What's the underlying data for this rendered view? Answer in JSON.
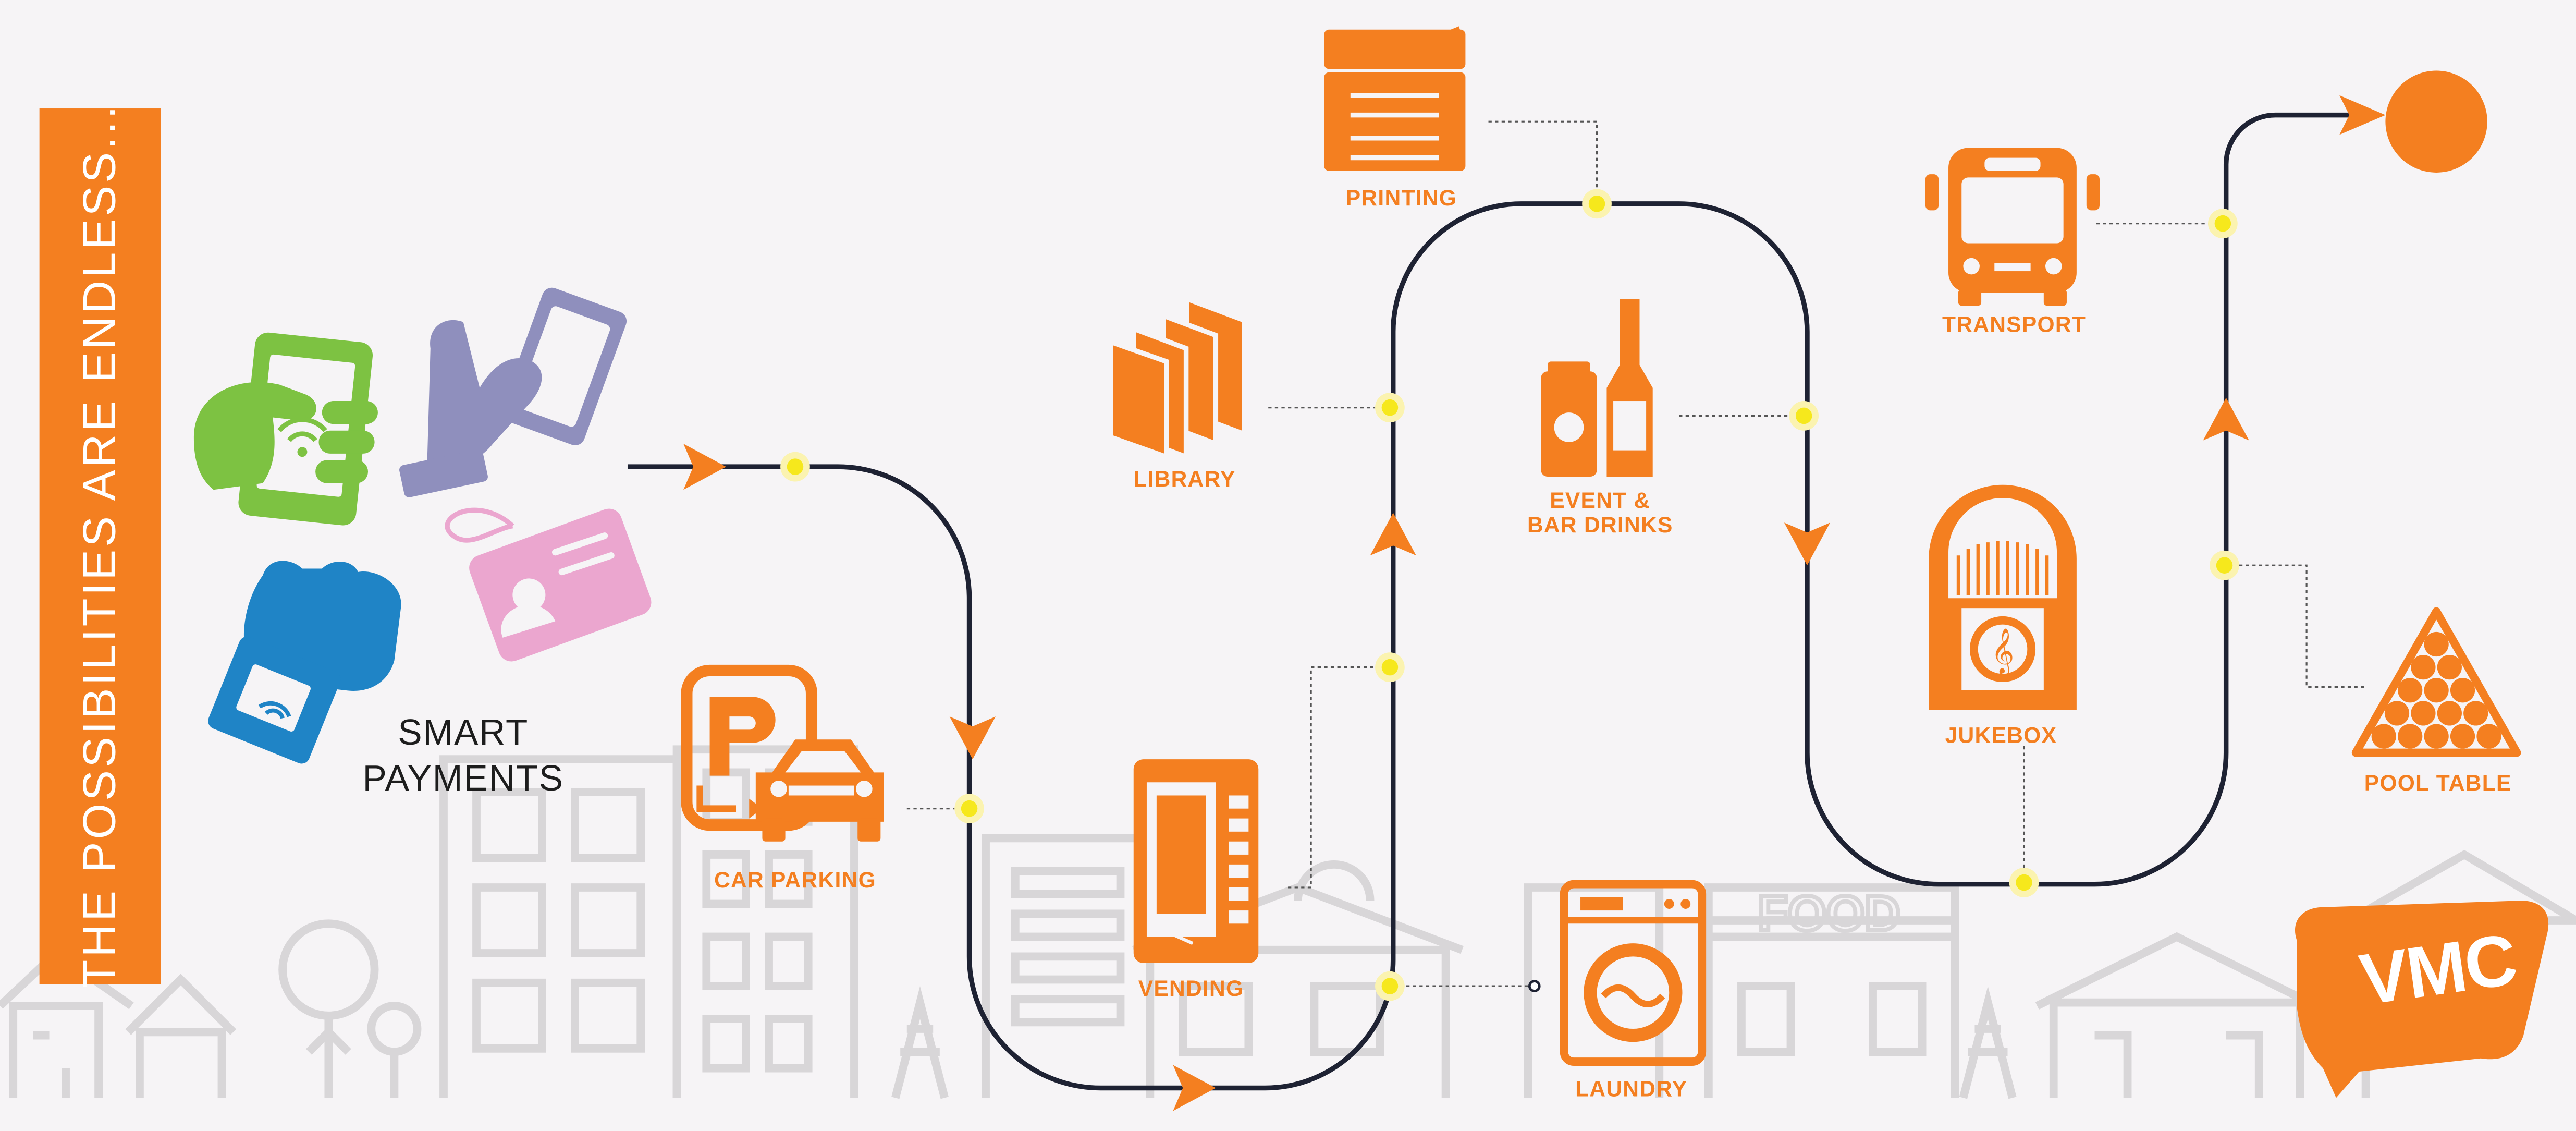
{
  "banner": {
    "text": "THE POSSIBILITIES ARE ENDLESS..."
  },
  "smart_payments": {
    "line1": "SMART",
    "line2": "PAYMENTS"
  },
  "stops": {
    "car_parking": "CAR PARKING",
    "vending": "VENDING",
    "library": "LIBRARY",
    "printing": "PRINTING",
    "laundry": "LAUNDRY",
    "event_bar_line1": "EVENT &",
    "event_bar_line2": "BAR DRINKS",
    "jukebox": "JUKEBOX",
    "transport": "TRANSPORT",
    "pool_table": "POOL TABLE"
  },
  "background_sign": "FOOD",
  "logo": {
    "text": "VMC"
  },
  "colors": {
    "accent": "#f47f20",
    "path": "#1e2233",
    "node": "#f6e81c",
    "skyline": "#d8d6d8",
    "green": "#7dc242",
    "purple": "#8f8fbd",
    "blue": "#1f84c6",
    "pink": "#eba6cf"
  }
}
